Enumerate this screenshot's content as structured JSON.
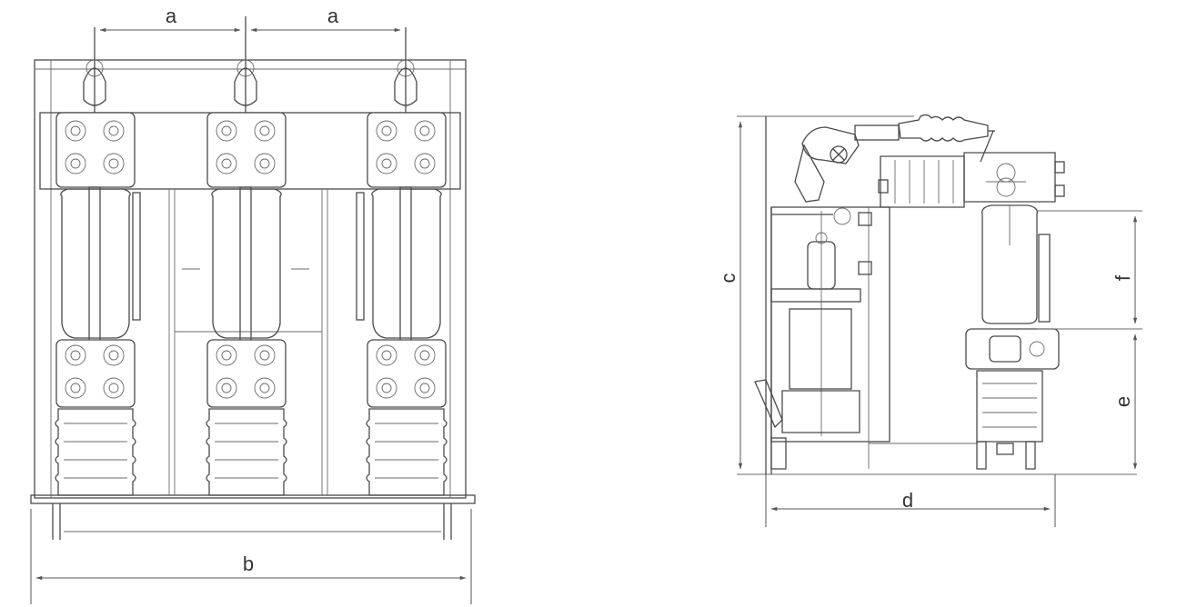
{
  "dimension_labels": {
    "a": "a",
    "b": "b",
    "c": "c",
    "d": "d",
    "e": "e",
    "f": "f"
  },
  "colors": {
    "line": "#4a4a4a",
    "background": "#ffffff"
  }
}
